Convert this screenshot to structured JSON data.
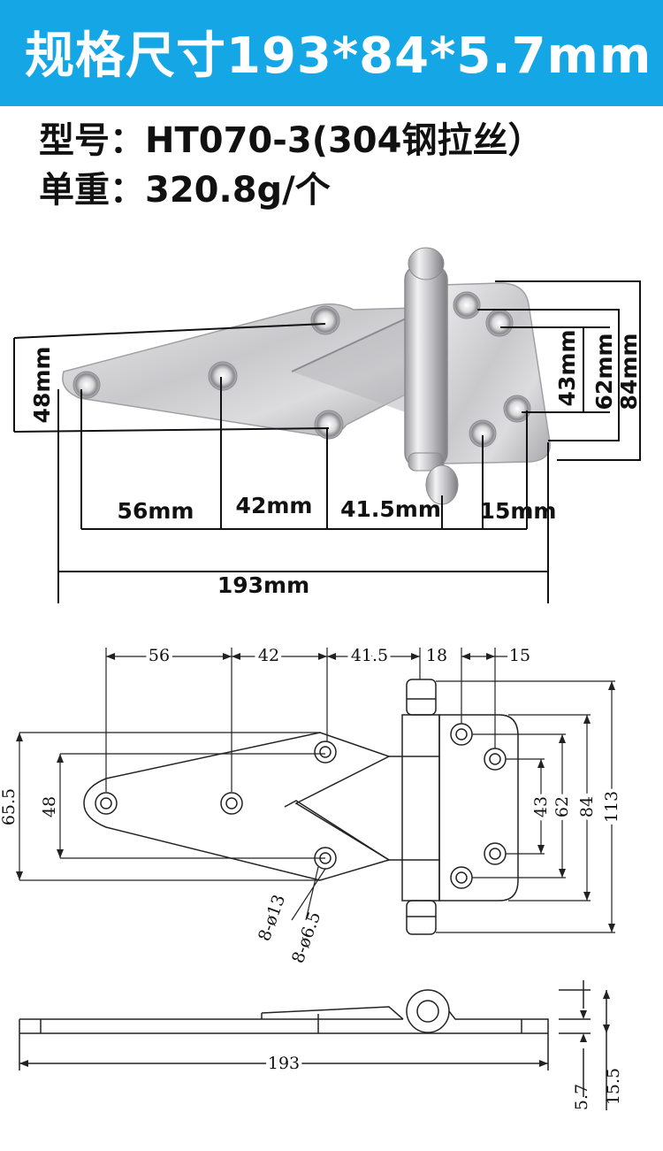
{
  "header": {
    "title": "规格尺寸193*84*5.7mm",
    "color": "#15a6e6"
  },
  "specs": {
    "model": "型号：HT070-3(304钢拉丝）",
    "weight": "单重：320.8g/个"
  },
  "photo_dims": {
    "d48": "48mm",
    "d56": "56mm",
    "d42": "42mm",
    "d415": "41.5mm",
    "d15": "15mm",
    "d193": "193mm",
    "d43": "43mm",
    "d62": "62mm",
    "d84": "84mm"
  },
  "drawing_dims": {
    "d56": "56",
    "d42": "42",
    "d415": "41.5",
    "d18": "18",
    "d15": "15",
    "d655": "65.5",
    "d48": "48",
    "d43": "43",
    "d62": "62",
    "d84": "84",
    "d113": "113",
    "hole1": "8-ø13",
    "hole2": "8-ø6.5"
  },
  "side_dims": {
    "d193": "193",
    "d57": "5.7",
    "d155": "15.5"
  }
}
